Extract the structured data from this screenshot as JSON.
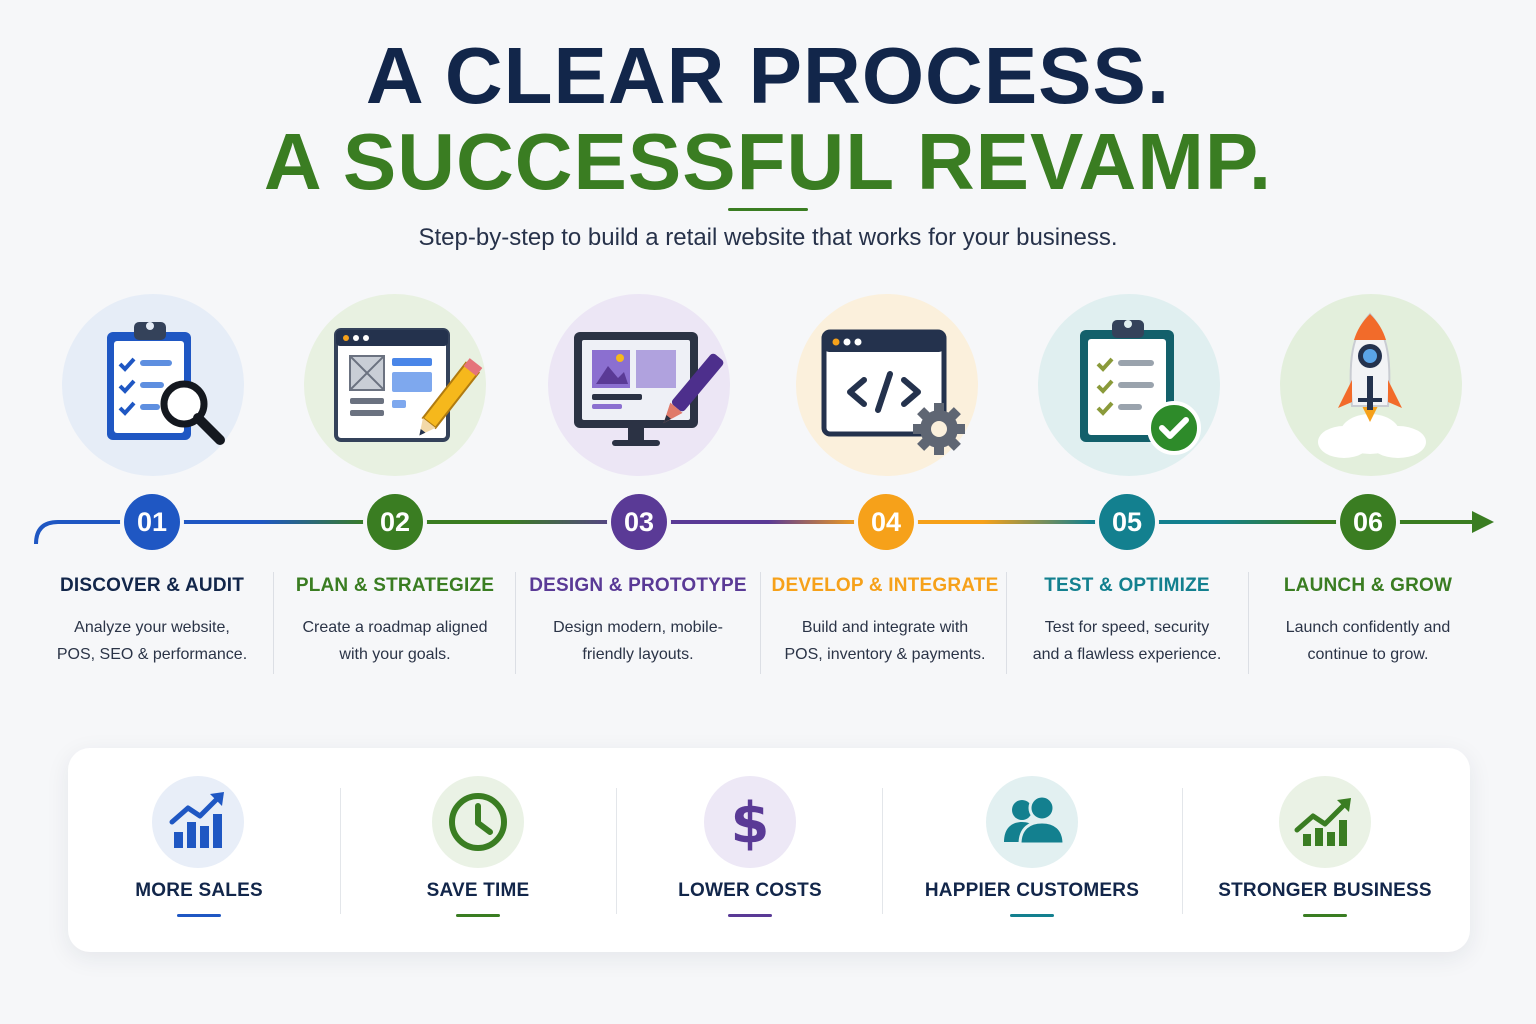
{
  "header": {
    "title_line1": "A CLEAR PROCESS.",
    "title_line2": "A SUCCESSFUL REVAMP.",
    "subtitle": "Step-by-step to build a retail website that works for your business."
  },
  "colors": {
    "navy": "#12264a",
    "green": "#3a7d22",
    "blue": "#1f57c3",
    "purple": "#5a3a96",
    "orange": "#f6a11a",
    "teal": "#13808f"
  },
  "steps": [
    {
      "number": "01",
      "title": "DISCOVER & AUDIT",
      "desc_line1": "Analyze your website,",
      "desc_line2": "POS, SEO & performance.",
      "color": "#1f57c3",
      "icon": "clipboard-search-icon"
    },
    {
      "number": "02",
      "title": "PLAN & STRATEGIZE",
      "desc_line1": "Create a roadmap aligned",
      "desc_line2": "with your goals.",
      "color": "#3a7d22",
      "icon": "wireframe-pencil-icon"
    },
    {
      "number": "03",
      "title": "DESIGN & PROTOTYPE",
      "desc_line1": "Design modern, mobile-",
      "desc_line2": "friendly layouts.",
      "color": "#5a3a96",
      "icon": "monitor-design-icon"
    },
    {
      "number": "04",
      "title": "DEVELOP & INTEGRATE",
      "desc_line1": "Build and integrate with",
      "desc_line2": "POS, inventory & payments.",
      "color": "#f6a11a",
      "icon": "code-window-gear-icon"
    },
    {
      "number": "05",
      "title": "TEST & OPTIMIZE",
      "desc_line1": "Test for speed, security",
      "desc_line2": "and a flawless experience.",
      "color": "#13808f",
      "icon": "clipboard-check-icon"
    },
    {
      "number": "06",
      "title": "LAUNCH & GROW",
      "desc_line1": "Launch confidently and",
      "desc_line2": "continue to grow.",
      "color": "#3a7d22",
      "icon": "rocket-icon"
    }
  ],
  "benefits": [
    {
      "label": "MORE SALES",
      "icon": "bar-chart-growth-icon",
      "color": "#1f57c3"
    },
    {
      "label": "SAVE TIME",
      "icon": "clock-icon",
      "color": "#3a7d22"
    },
    {
      "label": "LOWER COSTS",
      "icon": "dollar-icon",
      "color": "#5a3a96"
    },
    {
      "label": "HAPPIER CUSTOMERS",
      "icon": "customers-icon",
      "color": "#13808f"
    },
    {
      "label": "STRONGER BUSINESS",
      "icon": "growth-chart-icon",
      "color": "#3a7d22"
    }
  ]
}
